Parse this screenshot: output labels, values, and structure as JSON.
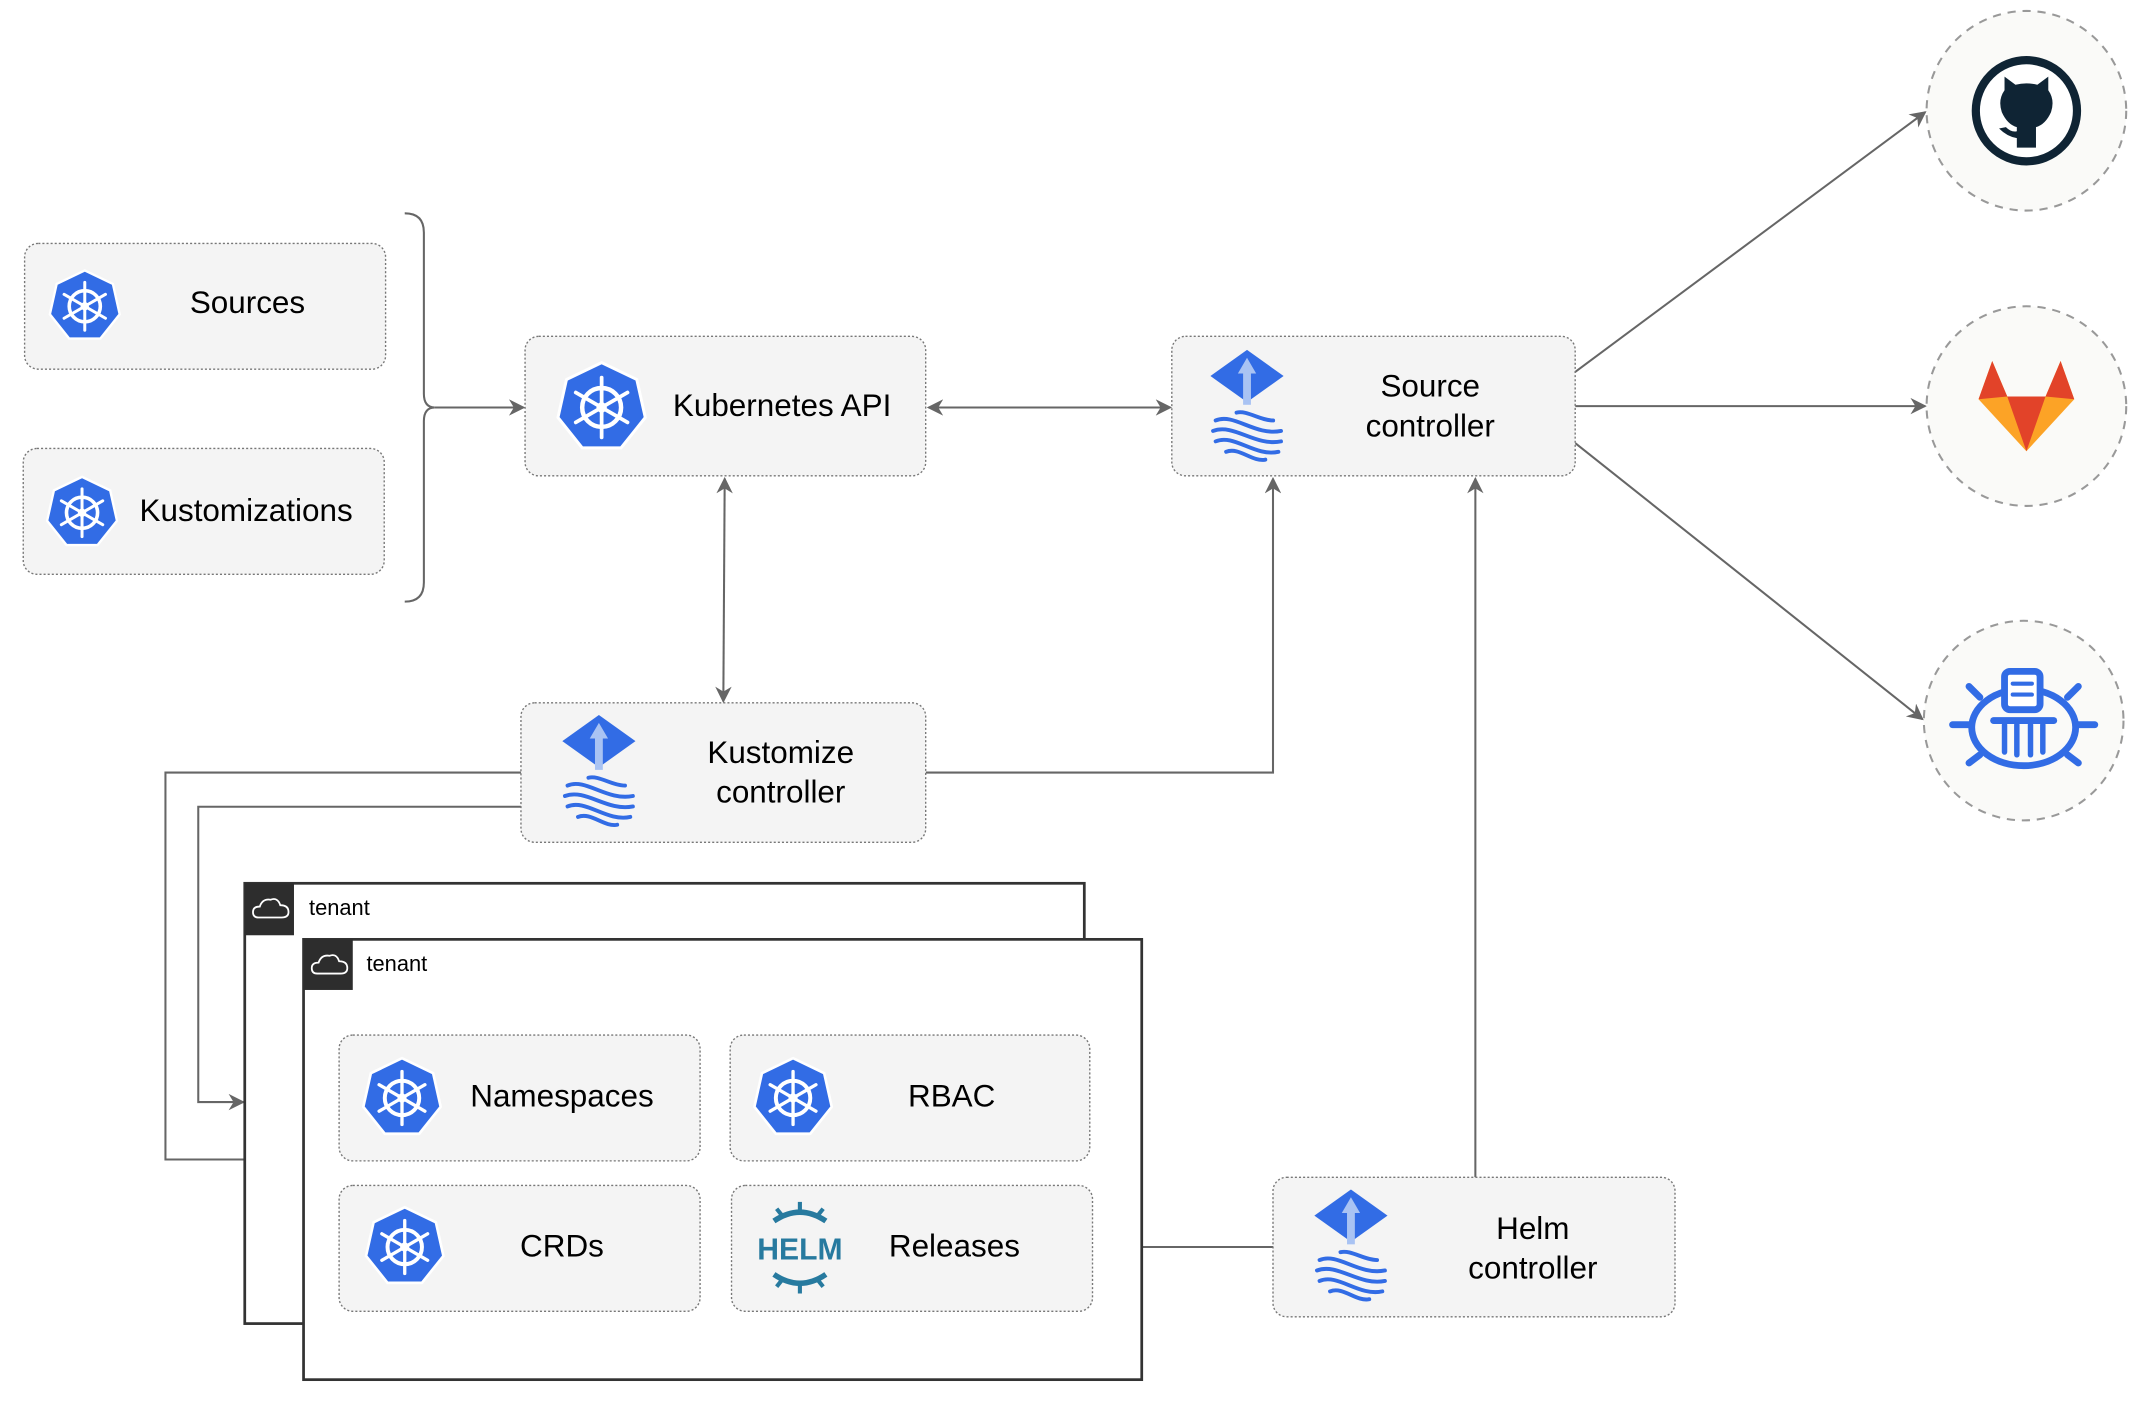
{
  "nodes": {
    "sources": "Sources",
    "kustomizations": "Kustomizations",
    "kubernetes_api": "Kubernetes API",
    "source_controller": [
      "Source",
      "controller"
    ],
    "kustomize_controller": [
      "Kustomize",
      "controller"
    ],
    "helm_controller": [
      "Helm",
      "controller"
    ],
    "namespaces": "Namespaces",
    "rbac": "RBAC",
    "crds": "CRDs",
    "releases": "Releases"
  },
  "tenants": [
    "tenant",
    "tenant"
  ],
  "external": [
    "github-icon",
    "gitlab-icon",
    "bucket-icon"
  ],
  "logos": {
    "helm": "HELM"
  },
  "colors": {
    "k8s_blue": "#326ce5",
    "gitlab_orange": "#e24329",
    "github_dark": "#0f2434",
    "edge": "#666666"
  }
}
